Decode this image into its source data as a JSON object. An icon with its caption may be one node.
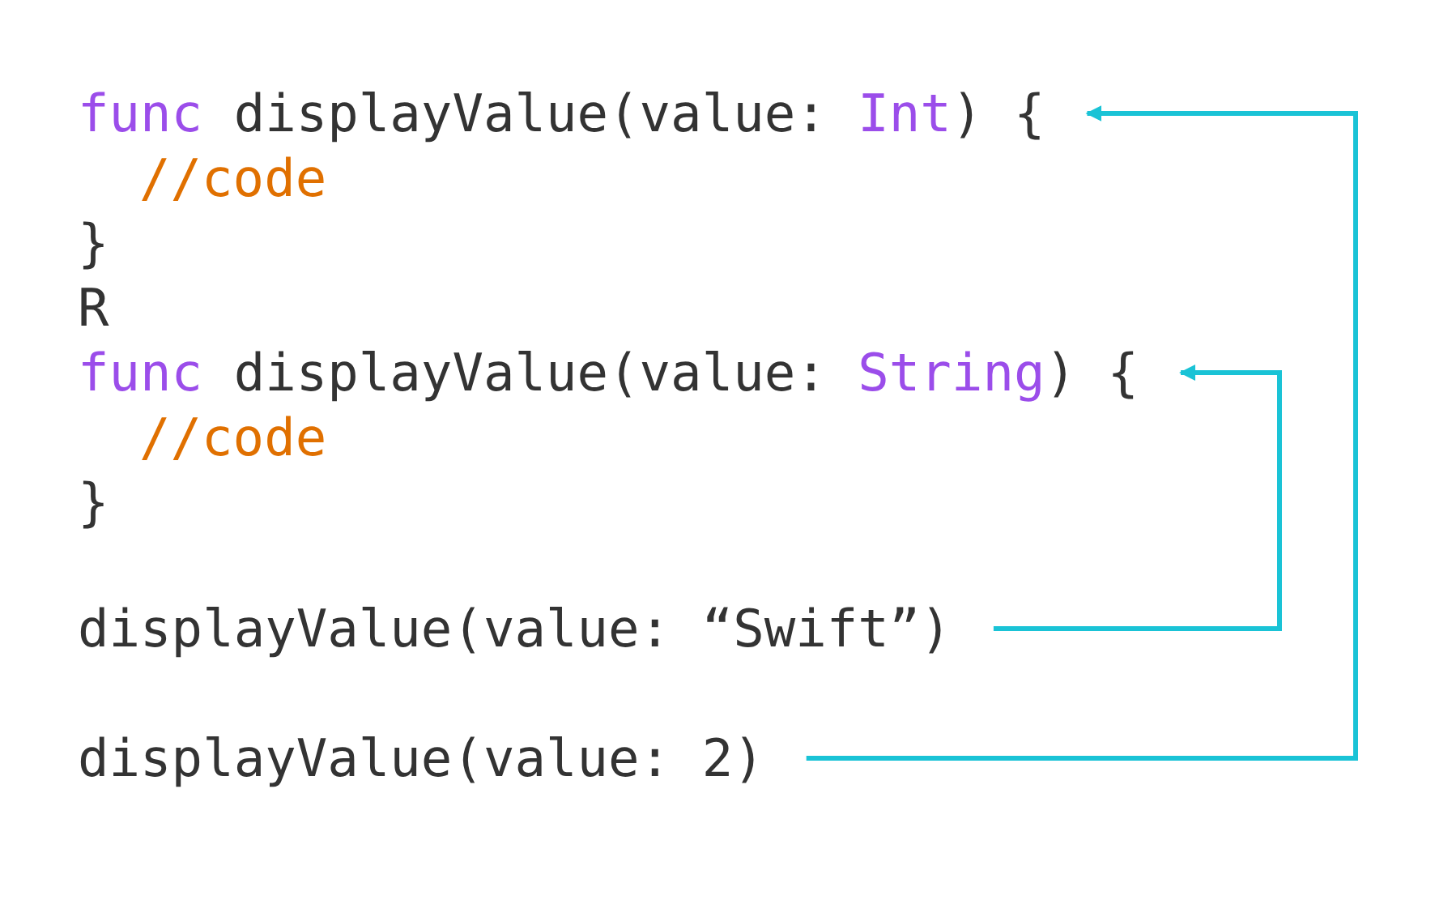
{
  "diagram": {
    "nodes": [
      {
        "text": [
          "func displayValue(value: Int) {"
        ]
      },
      {
        "text": [
          "func displayValue(value: String) {"
        ]
      },
      {
        "text": [
          "displayValue(value: “Swift”)"
        ]
      },
      {
        "text": [
          "displayValue(value: 2)"
        ]
      }
    ],
    "edges": [
      {
        "from": 2,
        "to": 1,
        "arrow": "to"
      },
      {
        "from": 3,
        "to": 0,
        "arrow": "to"
      }
    ],
    "labels": [
      "//code",
      "}",
      "R",
      "//code",
      "}"
    ]
  }
}
